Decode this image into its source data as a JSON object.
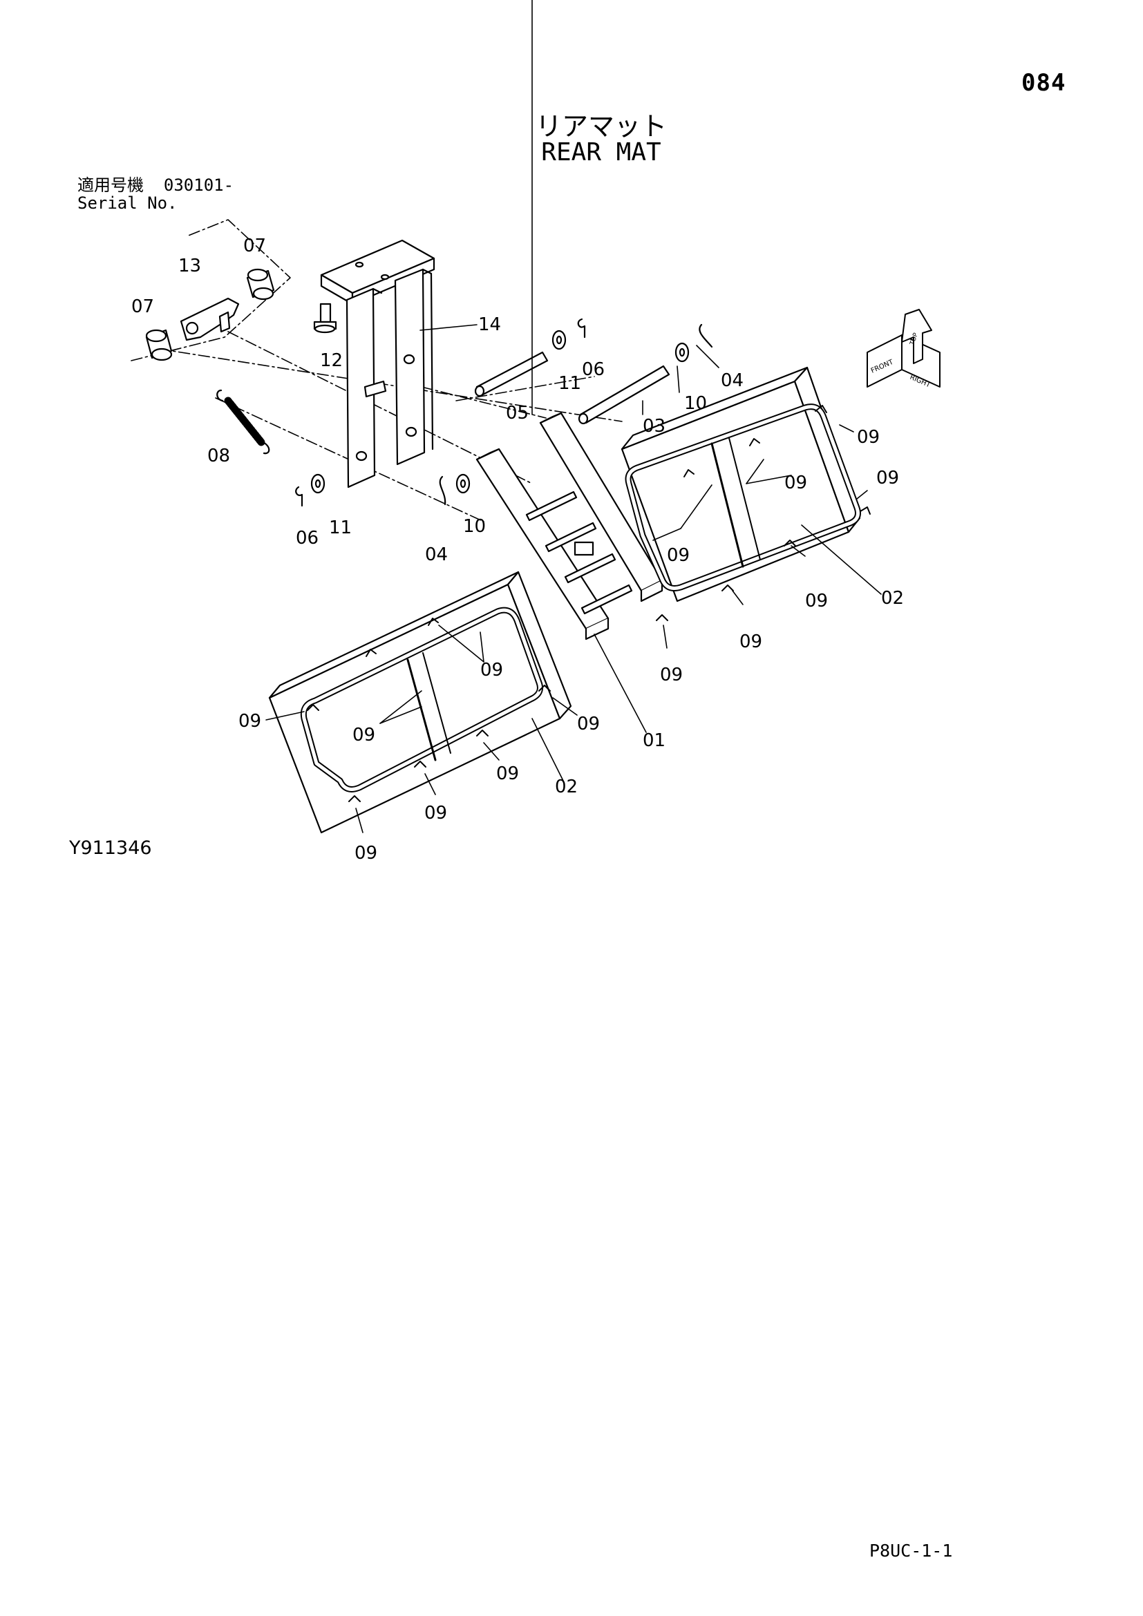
{
  "page_number": "084",
  "title_jp": "リアマット",
  "title_en": "REAR MAT",
  "serial": {
    "label_jp": "適用号機",
    "range": "030101-",
    "label_en": "Serial No."
  },
  "figure_number": "Y911346",
  "footer_code": "P8UC-1-1",
  "orientation_badge": {
    "top": "TOP",
    "front": "FRONT",
    "right": "RIGHT"
  },
  "part_labels": {
    "p07a": "07",
    "p07b": "07",
    "p13": "13",
    "p12": "12",
    "p14": "14",
    "p08": "08",
    "p06a": "06",
    "p11a": "11",
    "p04a": "04",
    "p10a": "10",
    "p05": "05",
    "p11b": "11",
    "p06b": "06",
    "p03": "03",
    "p10b": "10",
    "p04b": "04",
    "p01": "01",
    "p02a": "02",
    "p02b": "02",
    "p09_1": "09",
    "p09_2": "09",
    "p09_3": "09",
    "p09_4": "09",
    "p09_5": "09",
    "p09_6": "09",
    "p09_7": "09",
    "p09_8": "09",
    "p09_9": "09",
    "p09_10": "09",
    "p09_11": "09",
    "p09_12": "09",
    "p09_13": "09",
    "p09_14": "09"
  }
}
